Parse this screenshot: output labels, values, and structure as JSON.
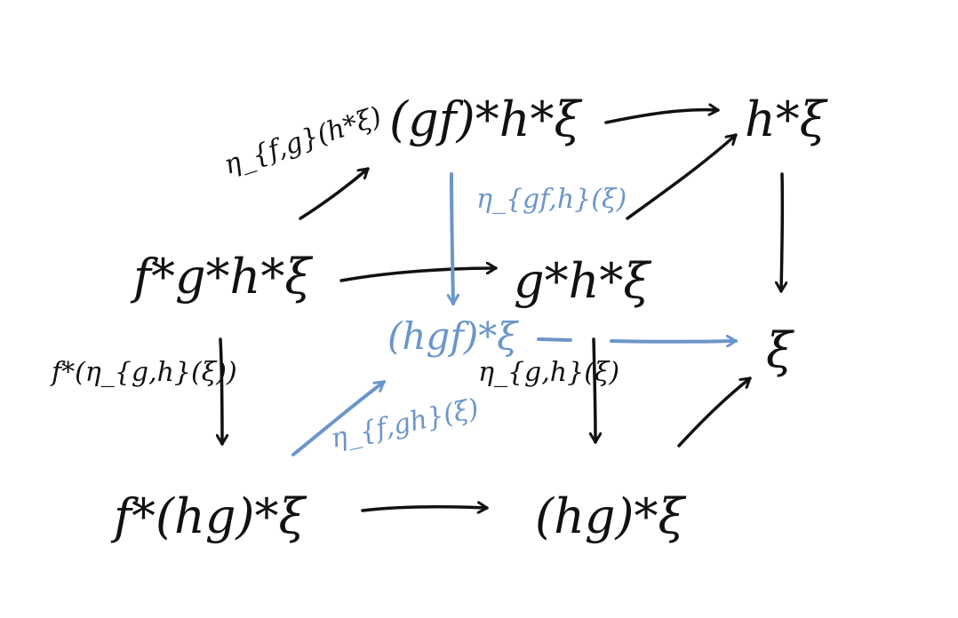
{
  "colors": {
    "ink": "#111111",
    "blue": "#6b96c9",
    "background": "#ffffff"
  },
  "nodes": {
    "top_left": "(gf)*h*ξ",
    "top_right": "h*ξ",
    "mid_left": "f*g*h*ξ",
    "mid_center": "g*h*ξ",
    "right": "ξ",
    "blue_center": "(hgf)*ξ",
    "bottom_left": "f*(hg)*ξ",
    "bottom_center": "(hg)*ξ"
  },
  "edge_labels": {
    "eta_f_g": "η_{f,g}(h*ξ)",
    "eta_gf_h": "η_{gf,h}(ξ)",
    "fstar_eta_g_h": "f*(η_{g,h}(ξ))",
    "eta_g_h": "η_{g,h}(ξ)",
    "eta_f_gh": "η_{f,gh}(ξ)"
  }
}
